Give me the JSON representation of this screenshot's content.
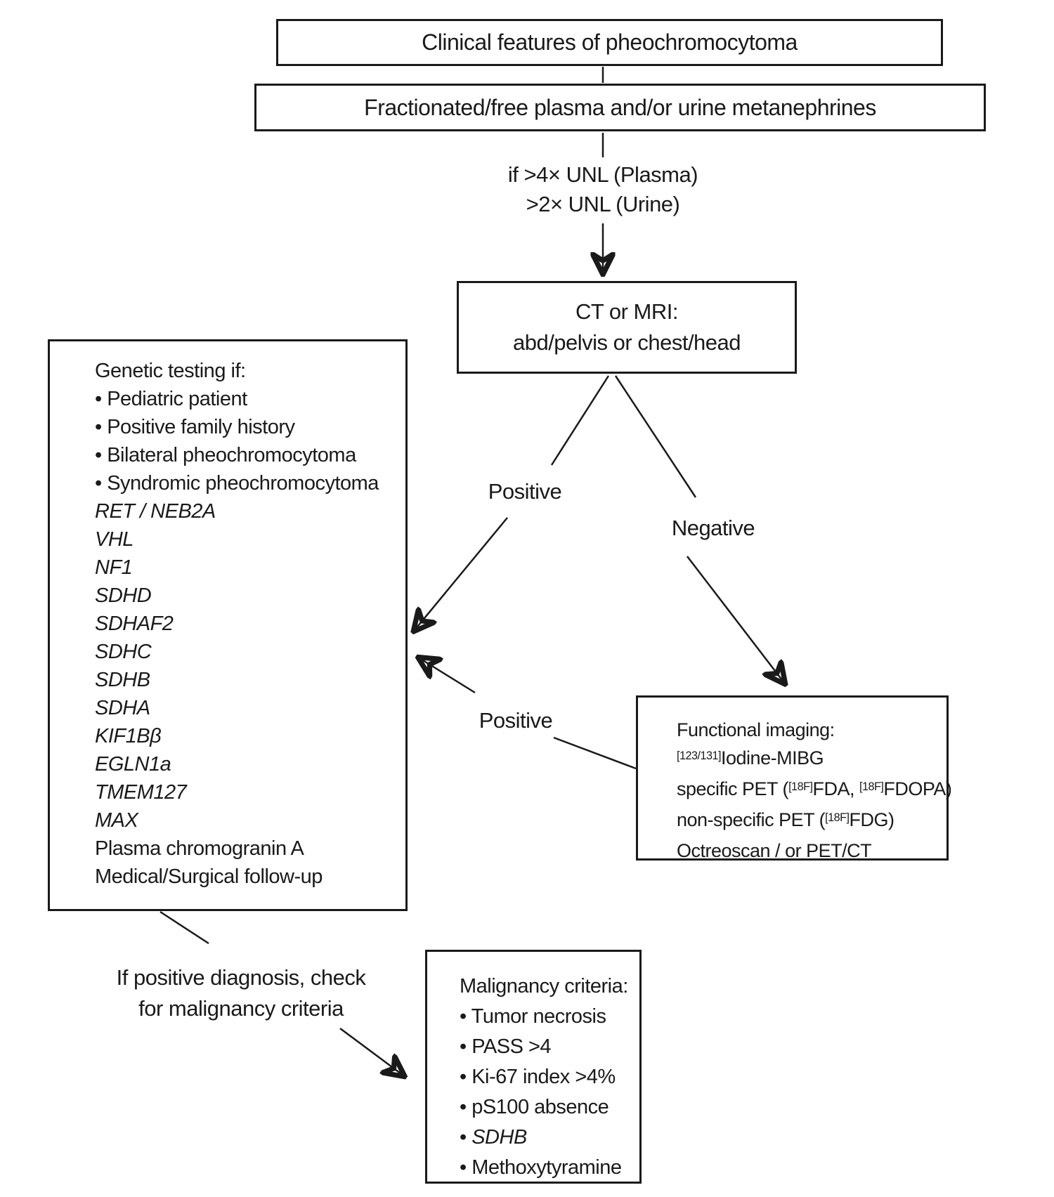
{
  "colors": {
    "ink": "#1a1a1a",
    "background": "#ffffff"
  },
  "boxes": {
    "clinical": {
      "label": "Clinical features of pheochromocytoma"
    },
    "fractionated": {
      "label": "Fractionated/free plasma and/or urine metanephrines"
    },
    "ct_mri": {
      "line1": "CT or MRI:",
      "line2": "abd/pelvis or chest/head"
    },
    "genetic": {
      "lines": [
        [
          {
            "t": "Genetic testing if:"
          }
        ],
        [
          {
            "t": "• Pediatric patient"
          }
        ],
        [
          {
            "t": "• Positive family history"
          }
        ],
        [
          {
            "t": "• Bilateral pheochromocytoma"
          }
        ],
        [
          {
            "t": "• Syndromic pheochromocytoma"
          }
        ],
        [
          {
            "t": "RET / NEB2A",
            "i": true
          }
        ],
        [
          {
            "t": "VHL",
            "i": true
          }
        ],
        [
          {
            "t": "NF1",
            "i": true
          }
        ],
        [
          {
            "t": "SDHD",
            "i": true
          }
        ],
        [
          {
            "t": "SDHAF2",
            "i": true
          }
        ],
        [
          {
            "t": "SDHC",
            "i": true
          }
        ],
        [
          {
            "t": "SDHB",
            "i": true
          }
        ],
        [
          {
            "t": "SDHA",
            "i": true
          }
        ],
        [
          {
            "t": "KIF1Bβ",
            "i": true
          }
        ],
        [
          {
            "t": "EGLN1a",
            "i": true
          }
        ],
        [
          {
            "t": "TMEM127",
            "i": true
          }
        ],
        [
          {
            "t": "MAX",
            "i": true
          }
        ],
        [
          {
            "t": "Plasma chromogranin A"
          }
        ],
        [
          {
            "t": "Medical/Surgical follow-up"
          }
        ]
      ]
    },
    "functional": {
      "lines": [
        [
          {
            "t": "Functional imaging:"
          }
        ],
        [
          {
            "t": "[123/131]",
            "sup": true
          },
          {
            "t": "Iodine-MIBG"
          }
        ],
        [
          {
            "t": "specific PET ("
          },
          {
            "t": "[18F]",
            "sup": true
          },
          {
            "t": "FDA, "
          },
          {
            "t": "[18F]",
            "sup": true
          },
          {
            "t": "FDOPA)"
          }
        ],
        [
          {
            "t": "non-specific PET ("
          },
          {
            "t": "[18F]",
            "sup": true
          },
          {
            "t": "FDG)"
          }
        ],
        [
          {
            "t": "Octreoscan / or PET/CT"
          }
        ]
      ]
    },
    "malignancy": {
      "lines": [
        [
          {
            "t": "Malignancy criteria:"
          }
        ],
        [
          {
            "t": "• Tumor necrosis"
          }
        ],
        [
          {
            "t": "• PASS >4"
          }
        ],
        [
          {
            "t": "• Ki-67 index >4%"
          }
        ],
        [
          {
            "t": "• pS100 absence"
          }
        ],
        [
          {
            "t": "• "
          },
          {
            "t": "SDHB",
            "i": true
          }
        ],
        [
          {
            "t": "• Methoxytyramine"
          }
        ]
      ]
    }
  },
  "condition": {
    "line1": "if >4× UNL (Plasma)",
    "line2": ">2× UNL (Urine)"
  },
  "if_positive": {
    "line1": "If positive diagnosis, check",
    "line2": "for malignancy criteria"
  },
  "labels": {
    "positive_ct": "Positive",
    "negative_ct": "Negative",
    "positive_fi": "Positive"
  }
}
